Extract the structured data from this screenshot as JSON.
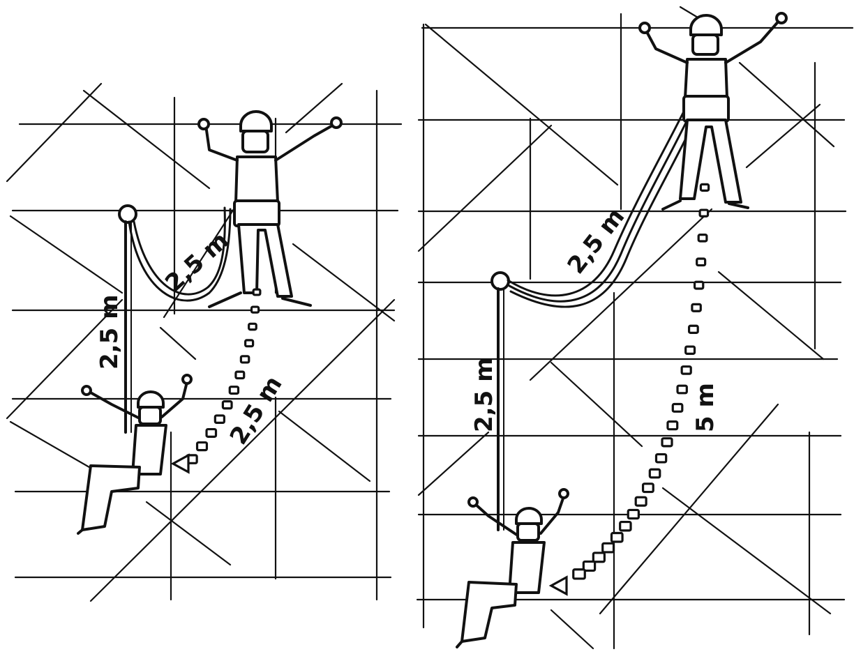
{
  "figure_left": {
    "rope_label": "2,5 m",
    "anchor_drop_label": "2,5 m",
    "fall_label": "2,5 m"
  },
  "figure_right": {
    "rope_label": "2,5 m",
    "anchor_drop_label": "2,5 m",
    "fall_label": "5 m"
  },
  "colors": {
    "ink": "#111111",
    "paper": "#ffffff"
  }
}
